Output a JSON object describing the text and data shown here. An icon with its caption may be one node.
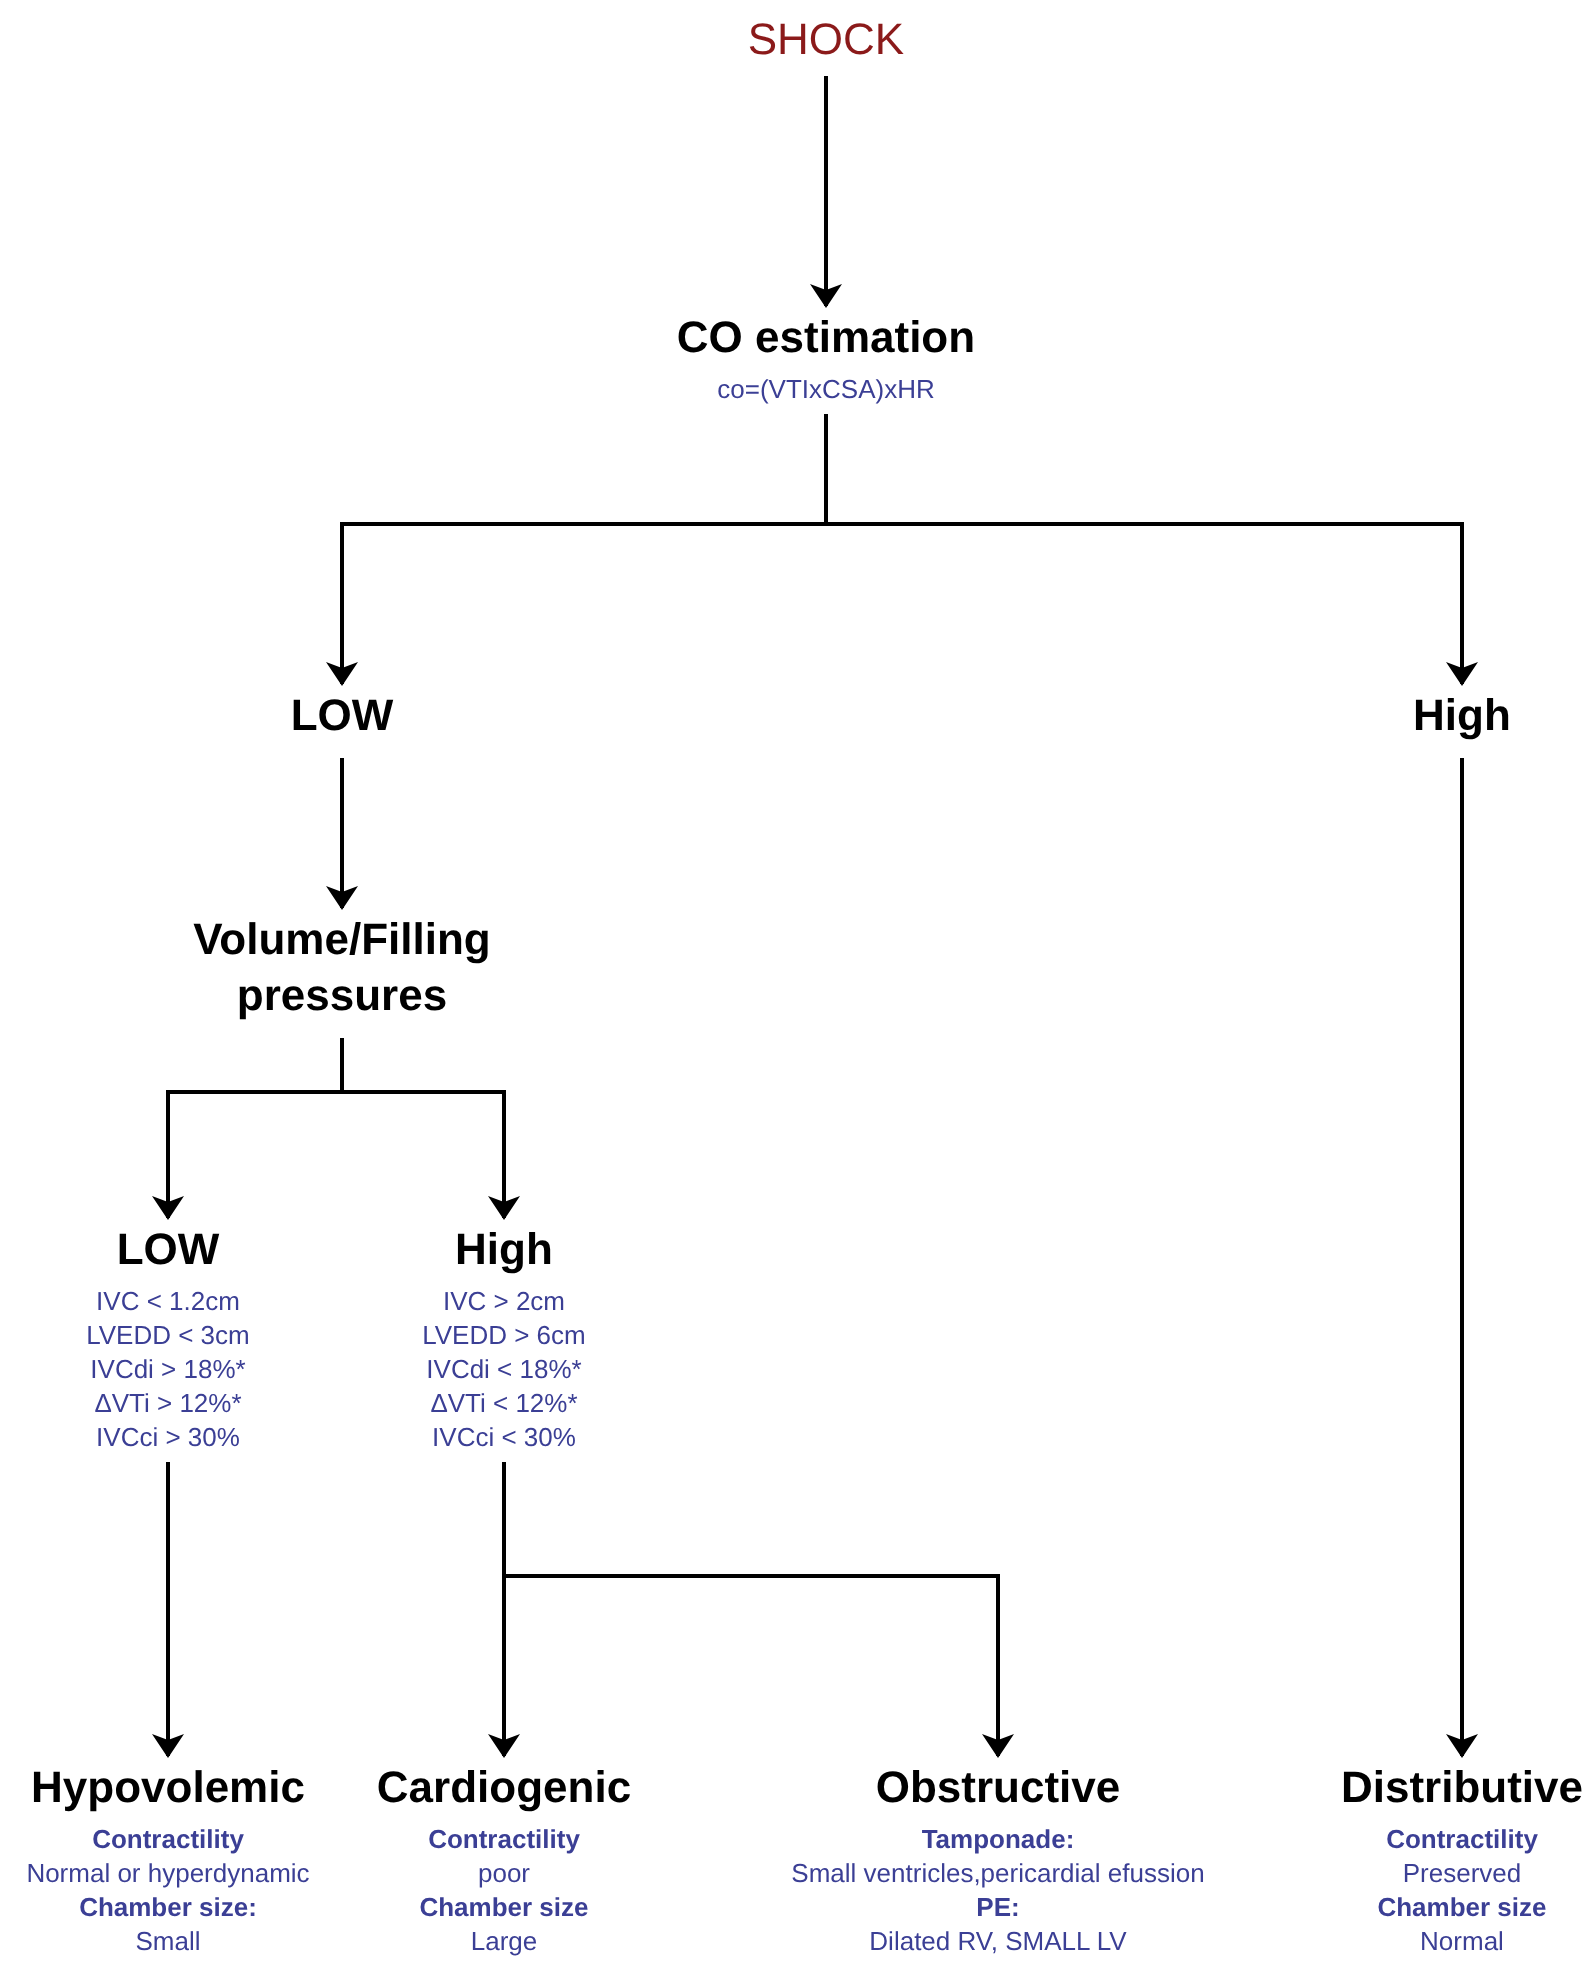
{
  "diagram": {
    "nodes": [
      {
        "text": [
          "SHOCK"
        ]
      },
      {
        "text": [
          "CO estimation",
          "co=(VTIxCSA)xHR"
        ]
      },
      {
        "text": [
          "LOW"
        ]
      },
      {
        "text": [
          "High"
        ]
      },
      {
        "text": [
          "Volume/Filling pressures"
        ]
      },
      {
        "text": [
          "LOW",
          "IVC < 1.2cm",
          "LVEDD < 3cm",
          "IVCdi > 18%*",
          "ΔVTi > 12%*",
          "IVCci > 30%"
        ]
      },
      {
        "text": [
          "High",
          "IVC > 2cm",
          "LVEDD > 6cm",
          "IVCdi < 18%*",
          "ΔVTi < 12%*",
          "IVCci < 30%"
        ]
      },
      {
        "text": [
          "Hypovolemic",
          "Contractility",
          "Normal or hyperdynamic",
          "Chamber size:",
          "Small"
        ]
      },
      {
        "text": [
          "Cardiogenic",
          "Contractility",
          "poor",
          "Chamber size",
          "Large"
        ]
      },
      {
        "text": [
          "Obstructive",
          "Tamponade:",
          "Small ventricles,pericardial efussion",
          "PE:",
          "Dilated RV, SMALL LV"
        ]
      },
      {
        "text": [
          "Distributive",
          "Contractility",
          "Preserved",
          "Chamber size",
          "Normal"
        ]
      }
    ],
    "edges": [
      {
        "from": 0,
        "to": 1,
        "arrow": "to"
      },
      {
        "from": 1,
        "to": 2,
        "arrow": "to"
      },
      {
        "from": 1,
        "to": 3,
        "arrow": "to"
      },
      {
        "from": 2,
        "to": 4,
        "arrow": "to"
      },
      {
        "from": 4,
        "to": 5,
        "arrow": "to"
      },
      {
        "from": 4,
        "to": 6,
        "arrow": "to"
      },
      {
        "from": 5,
        "to": 7,
        "arrow": "to"
      },
      {
        "from": 6,
        "to": 8,
        "arrow": "to"
      },
      {
        "from": 6,
        "to": 9,
        "arrow": "to"
      },
      {
        "from": 3,
        "to": 10,
        "arrow": "to"
      }
    ]
  }
}
